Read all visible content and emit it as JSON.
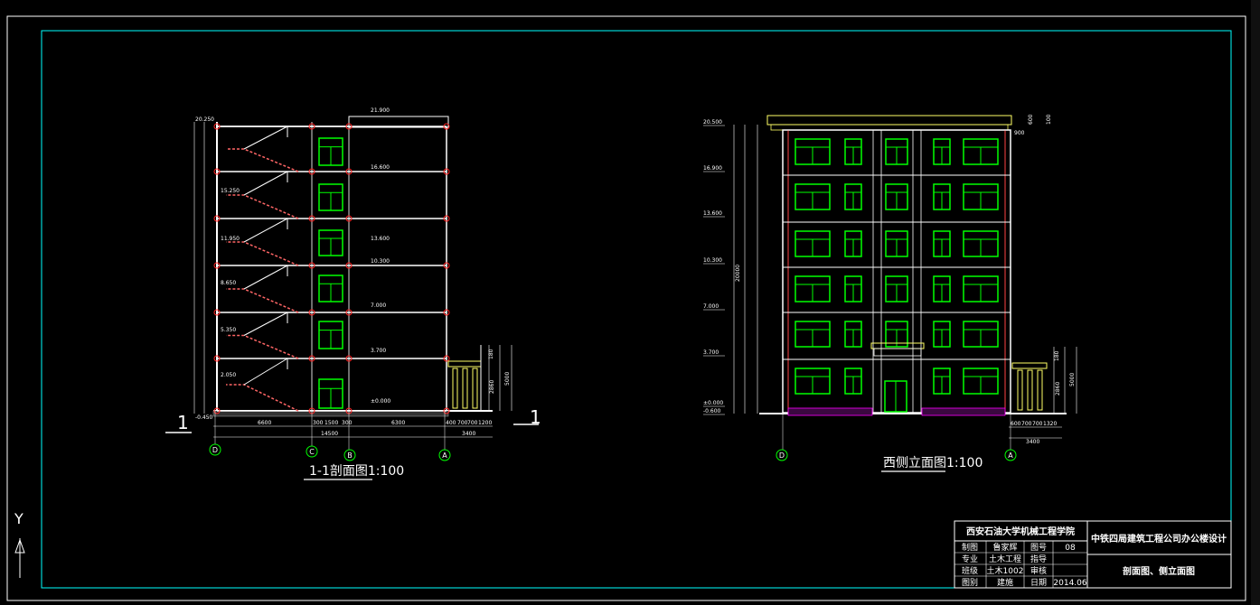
{
  "section": {
    "title": "1-1剖面图1:100",
    "elevations": [
      "21.900",
      "20.250",
      "16.600",
      "15.250",
      "13.600",
      "11.950",
      "10.300",
      "8.650",
      "7.000",
      "5.350",
      "3.700",
      "2.050",
      "±0.000",
      "-0.450"
    ],
    "dims_bottom_1": [
      "6600",
      "300",
      "1500",
      "300",
      "6300",
      "400",
      "700",
      "700",
      "1200"
    ],
    "dims_bottom_2": [
      "14500",
      "3400"
    ],
    "axes": [
      "D",
      "C",
      "B",
      "A"
    ],
    "cut_mark": "1",
    "right_dims": [
      "180",
      "2860",
      "5000"
    ]
  },
  "elevation": {
    "title": "西侧立面图1:100",
    "levels": [
      "20.500",
      "16.900",
      "13.600",
      "10.300",
      "7.000",
      "3.700",
      "±0.000",
      "-0.600"
    ],
    "total_height": "20000",
    "dims_bottom_1": [
      "600",
      "700",
      "700",
      "1320"
    ],
    "dims_bottom_2": [
      "3400"
    ],
    "axes": [
      "D",
      "A"
    ],
    "right_dims": [
      "180",
      "2860",
      "5000"
    ],
    "top_dims": [
      "600",
      "100",
      "900"
    ]
  },
  "title_block": {
    "school": "西安石油大学机械工程学院",
    "project": "中铁四局建筑工程公司办公楼设计",
    "drawing_name": "剖面图、侧立面图",
    "row1": [
      "制图",
      "鲁家辉",
      "图号",
      "08"
    ],
    "row2": [
      "专业",
      "土木工程",
      "指导",
      ""
    ],
    "row3": [
      "班级",
      "土木1002",
      "审核",
      ""
    ],
    "row4": [
      "图别",
      "建施",
      "日期",
      "2014.06"
    ]
  },
  "ucs": {
    "y_label": "Y"
  },
  "colors": {
    "background": "#000000",
    "frame": "#00ffff",
    "window": "#00ff00",
    "wall": "#ffffff",
    "hatch": "#ff00ff",
    "section_mark": "#ff2222",
    "railing": "#ffff66"
  }
}
